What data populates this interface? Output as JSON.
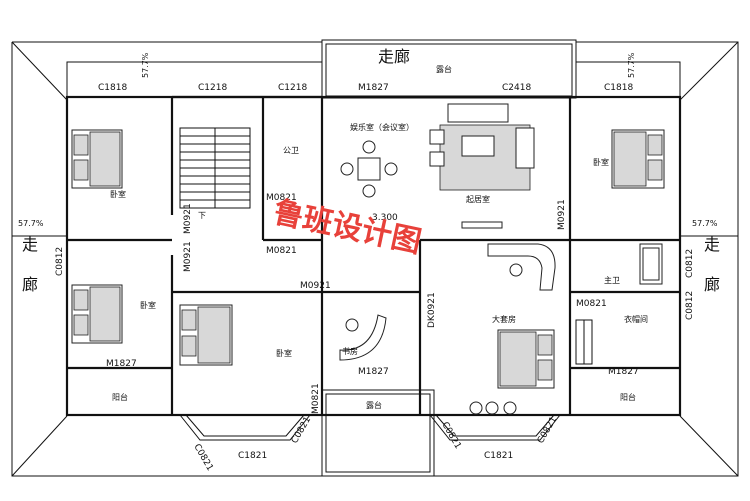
{
  "labels": {
    "corridor_top": "走廊",
    "corridor_left_1": "走",
    "corridor_left_2": "廊",
    "corridor_right_1": "走",
    "corridor_right_2": "廊",
    "slope_left_top": "57.7%",
    "slope_right_top": "57.7%",
    "slope_left": "57.7%",
    "slope_right": "57.7%",
    "terrace_top": "露台",
    "terrace_bottom": "露台",
    "balcony_left": "阳台",
    "balcony_right": "阳台",
    "bedroom_tl": "卧室",
    "bedroom_ml": "卧室",
    "bedroom_bl": "卧室",
    "bedroom_tr": "卧室",
    "bathroom_pub": "公卫",
    "bathroom_main": "主卫",
    "entertainment": "娱乐室（会议室）",
    "living": "起居室",
    "study": "书房",
    "master": "大套房",
    "closet": "衣帽间",
    "stair_down": "下",
    "elevation": "3.300"
  },
  "codes": {
    "c1818_l": "C1818",
    "c1218_a": "C1218",
    "c1218_b": "C1218",
    "m1827_top": "M1827",
    "c2418": "C2418",
    "c1818_r": "C1818",
    "m0821_a": "M0821",
    "m0821_b": "M0821",
    "m0921_a": "M0921",
    "m0921_b": "M0921",
    "m0921_c": "M0921",
    "m0921_d": "M0921",
    "c0812_l": "C0812",
    "c0812_r1": "C0812",
    "c0812_r2": "C0812",
    "m0821_r": "M0821",
    "dk0921": "DK0921",
    "m1827_l": "M1827",
    "m1827_s": "M1827",
    "m1827_r": "M1827",
    "m0821_c": "M0821",
    "c0821_1": "C0821",
    "c0821_2": "C0821",
    "c0821_3": "C0821",
    "c0821_4": "C0821",
    "c1821_l": "C1821",
    "c1821_r": "C1821"
  },
  "watermark": "鲁班设计图"
}
